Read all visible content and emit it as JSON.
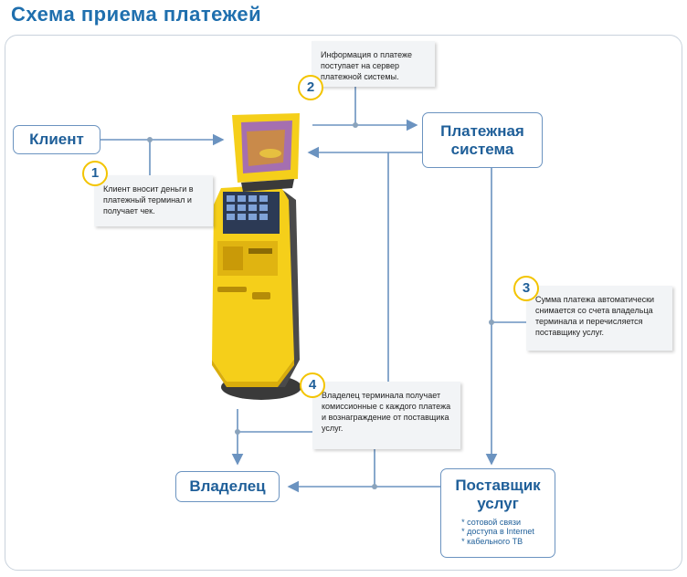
{
  "title": "Схема приема платежей",
  "nodes": {
    "client": "Клиент",
    "payment_system": "Платежная система",
    "owner": "Владелец",
    "provider": "Поставщик услуг",
    "provider_services": [
      "сотовой связи",
      "доступа в Internet",
      "кабельного ТВ"
    ]
  },
  "steps": [
    {
      "num": "1",
      "text": "Клиент вносит деньги в платежный терминал и получает чек."
    },
    {
      "num": "2",
      "text": "Информация о платеже поступает на сервер платежной системы."
    },
    {
      "num": "3",
      "text": "Сумма платежа автоматически снимается со счета владельца терминала и перечисляется поставщику услуг."
    },
    {
      "num": "4",
      "text": "Владелец терминала получает комиссионные с каждого платежа и вознаграждение от поставщика услуг."
    }
  ],
  "colors": {
    "accent": "#1f6fae",
    "line": "#6b93c0",
    "badge_border": "#f3c400",
    "terminal": "#f5cf1a"
  },
  "icons": [
    "payment-terminal-icon"
  ]
}
